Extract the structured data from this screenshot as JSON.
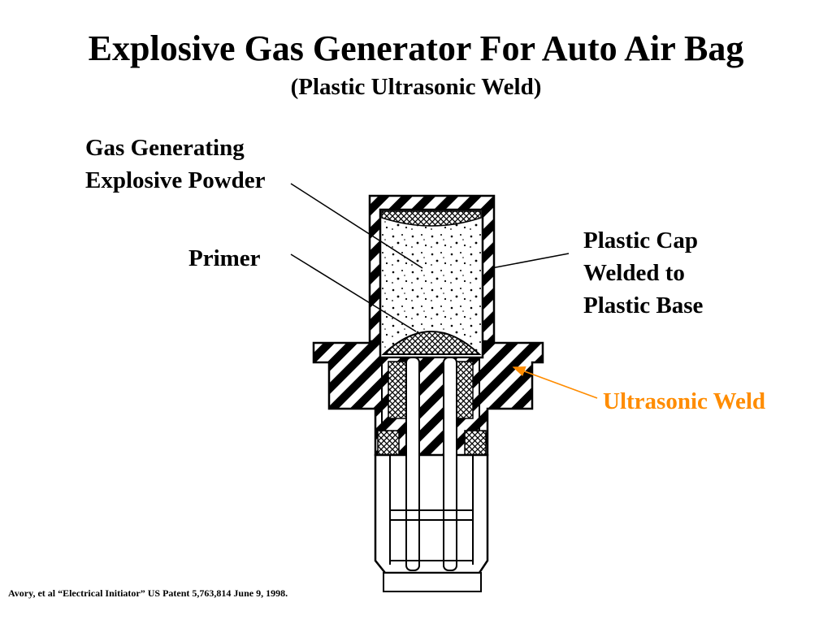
{
  "title": "Explosive Gas Generator For Auto Air Bag",
  "subtitle": "(Plastic Ultrasonic Weld)",
  "labels": {
    "powder_line1": "Gas Generating",
    "powder_line2": "Explosive Powder",
    "primer": "Primer",
    "cap_line1": "Plastic Cap",
    "cap_line2": "Welded to",
    "cap_line3": "Plastic Base",
    "weld": "Ultrasonic Weld"
  },
  "citation": "Avory, et al “Electrical Initiator”  US Patent 5,763,814   June 9, 1998.",
  "colors": {
    "weld_label": "#ff8c00",
    "ink": "#000000"
  }
}
